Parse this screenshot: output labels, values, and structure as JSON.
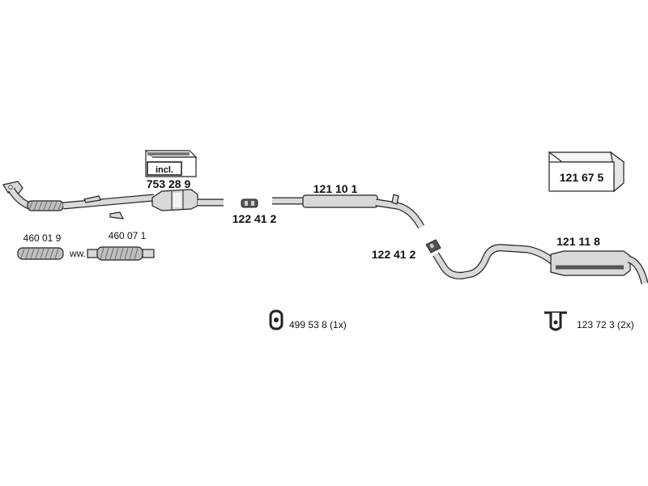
{
  "labels": {
    "catalyst_kit": "753 28 9",
    "incl": "incl.",
    "clamp_1": "122 41 2",
    "clamp_2": "122 41 2",
    "middle_silencer": "121 10 1",
    "rear_silencer": "121 11 8",
    "mounting_kit": "121 67 5",
    "flex_pipe_1": "460 01 9",
    "flex_pipe_2": "460 07 1",
    "flex_or": "ww.",
    "rubber_mount_1": "499 53 8 (1x)",
    "rubber_mount_2": "123 72 3 (2x)"
  },
  "colors": {
    "pipe_fill": "#d9d9d9",
    "outline": "#222222"
  }
}
